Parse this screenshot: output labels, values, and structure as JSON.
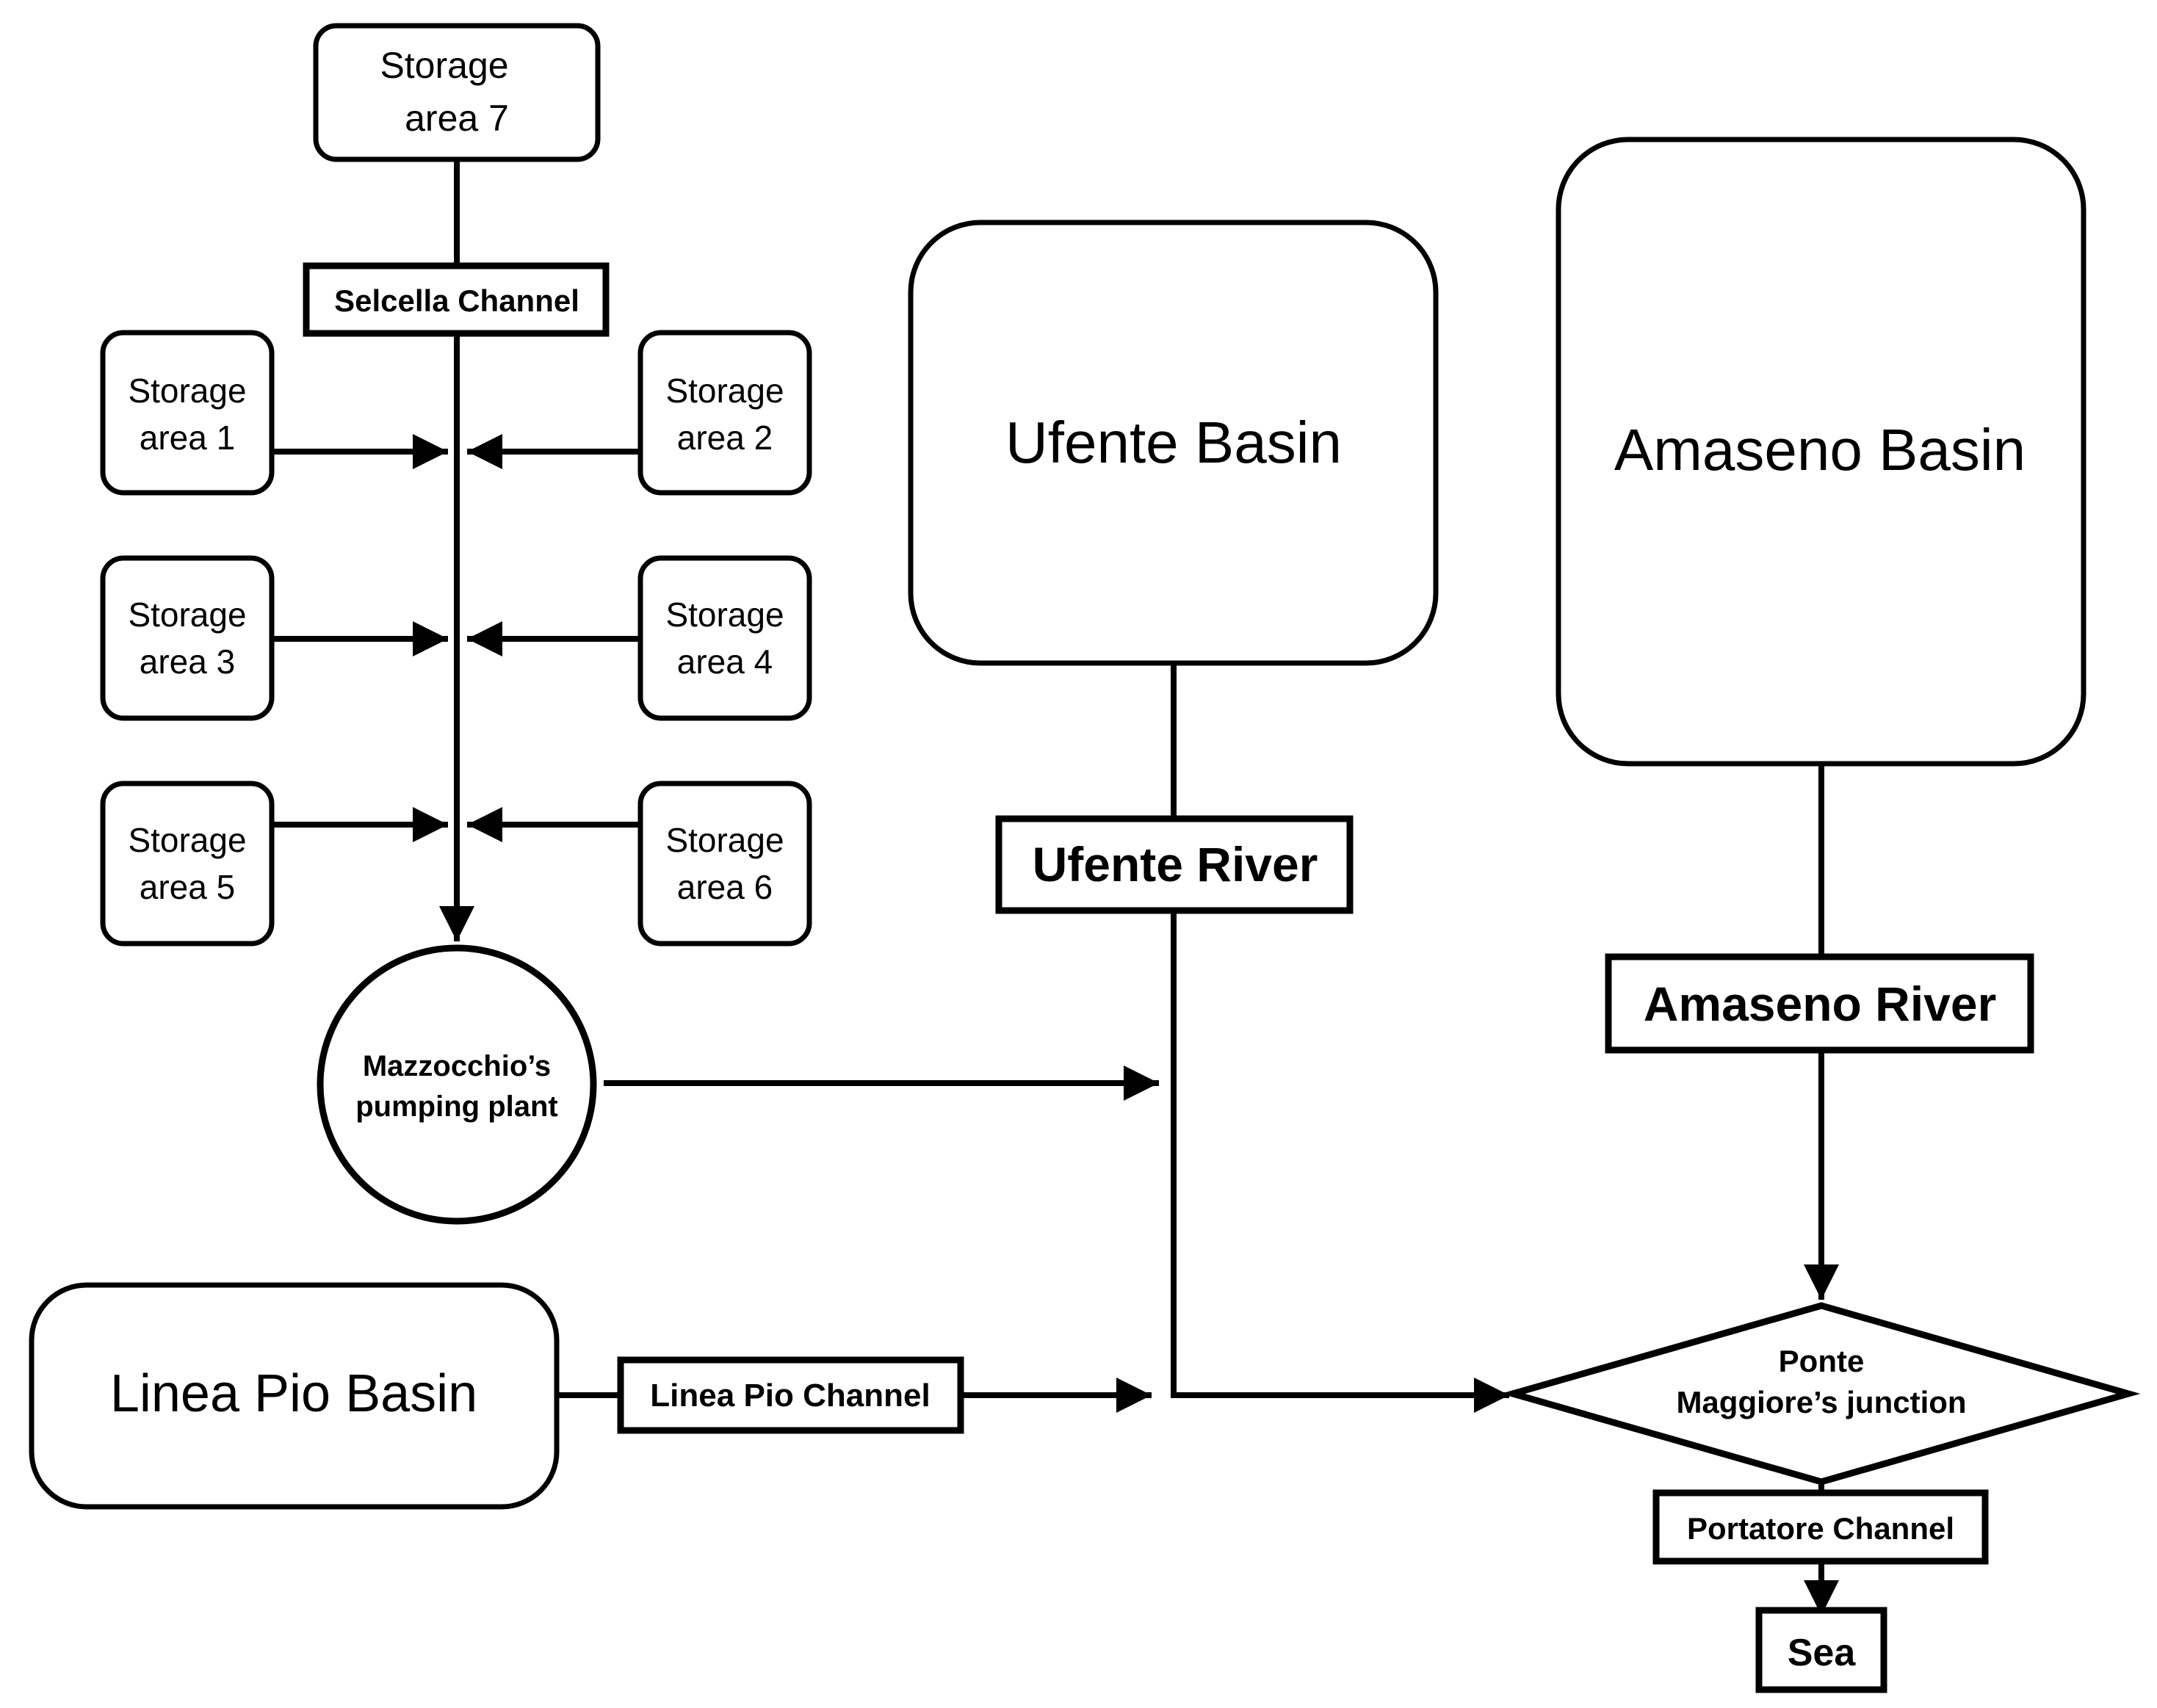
{
  "storage_areas": {
    "area7": [
      "Storage",
      "area 7"
    ],
    "area1": [
      "Storage",
      "area 1"
    ],
    "area2": [
      "Storage",
      "area 2"
    ],
    "area3": [
      "Storage",
      "area 3"
    ],
    "area4": [
      "Storage",
      "area 4"
    ],
    "area5": [
      "Storage",
      "area 5"
    ],
    "area6": [
      "Storage",
      "area 6"
    ]
  },
  "channels": {
    "selcella": "Selcella Channel",
    "linea_pio": "Linea Pio Channel",
    "portatore": "Portatore Channel"
  },
  "rivers": {
    "ufente": "Ufente River",
    "amaseno": "Amaseno River"
  },
  "basins": {
    "ufente": "Ufente Basin",
    "amaseno": "Amaseno Basin",
    "linea_pio": "Linea Pio Basin"
  },
  "pumping_plant": [
    "Mazzocchio’s",
    "pumping plant"
  ],
  "junction": [
    "Ponte",
    "Maggiore’s junction"
  ],
  "sea": "Sea"
}
